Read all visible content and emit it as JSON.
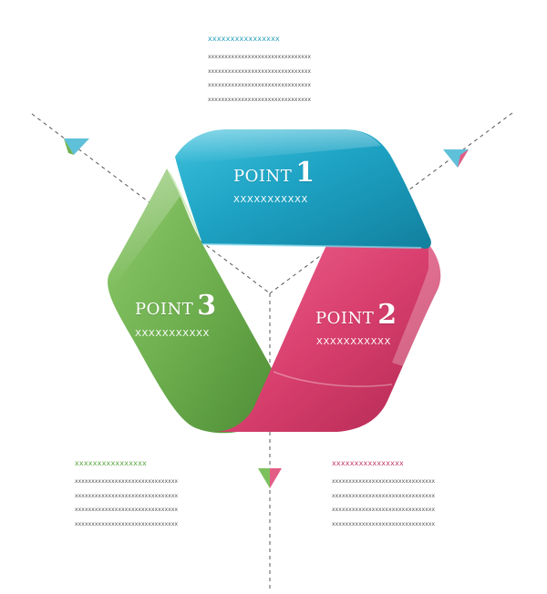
{
  "colors": {
    "blue": "#1ea3c4",
    "pink": "#d83f6e",
    "green": "#6fb050",
    "top_title": "#2b9fb8",
    "left_title": "#5da643",
    "right_title": "#c33d63"
  },
  "top_block": {
    "title": "xxxxxxxxxxxxxxxx",
    "lines": [
      "xxxxxxxxxxxxxxxxxxxxxxxxxxxxxxx",
      "xxxxxxxxxxxxxxxxxxxxxxxxxxxxxxx",
      "xxxxxxxxxxxxxxxxxxxxxxxxxxxxxxx",
      "xxxxxxxxxxxxxxxxxxxxxxxxxxxxxxx"
    ]
  },
  "left_block": {
    "title": "xxxxxxxxxxxxxxxx",
    "lines": [
      "xxxxxxxxxxxxxxxxxxxxxxxxxxxxxxx",
      "xxxxxxxxxxxxxxxxxxxxxxxxxxxxxxx",
      "xxxxxxxxxxxxxxxxxxxxxxxxxxxxxxx",
      "xxxxxxxxxxxxxxxxxxxxxxxxxxxxxxx"
    ]
  },
  "right_block": {
    "title": "xxxxxxxxxxxxxxxx",
    "lines": [
      "xxxxxxxxxxxxxxxxxxxxxxxxxxxxxxx",
      "xxxxxxxxxxxxxxxxxxxxxxxxxxxxxxx",
      "xxxxxxxxxxxxxxxxxxxxxxxxxxxxxxx",
      "xxxxxxxxxxxxxxxxxxxxxxxxxxxxxxx"
    ]
  },
  "points": [
    {
      "label": "POINT",
      "number": "1",
      "sub": "XXXXXXXXXXX"
    },
    {
      "label": "POINT",
      "number": "2",
      "sub": "XXXXXXXXXXX"
    },
    {
      "label": "POINT",
      "number": "3",
      "sub": "XXXXXXXXXXX"
    }
  ]
}
